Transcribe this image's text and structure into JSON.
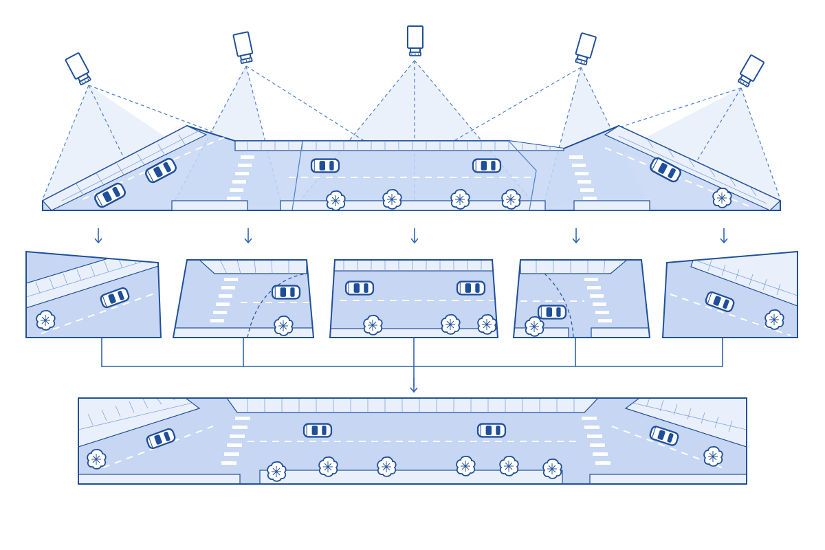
{
  "title": "",
  "colors": {
    "outline": "#1f4f9a",
    "road": "#c6d6f3",
    "road_dark": "#b3c8ee",
    "sidewalk": "#e9f0fb",
    "fov_fill": "#dbe6f8",
    "fov_line": "#4a7fcf",
    "background": "#ffffff"
  },
  "cameras": [
    {
      "id": "cam-1",
      "icon": "camera-icon"
    },
    {
      "id": "cam-2",
      "icon": "camera-icon"
    },
    {
      "id": "cam-3",
      "icon": "camera-icon"
    },
    {
      "id": "cam-4",
      "icon": "camera-icon"
    },
    {
      "id": "cam-5",
      "icon": "camera-icon"
    }
  ],
  "views": [
    {
      "id": "view-1",
      "icon": "camera-view"
    },
    {
      "id": "view-2",
      "icon": "camera-view"
    },
    {
      "id": "view-3",
      "icon": "camera-view"
    },
    {
      "id": "view-4",
      "icon": "camera-view"
    },
    {
      "id": "view-5",
      "icon": "camera-view"
    }
  ],
  "panorama": {
    "icon": "stitched-panorama"
  },
  "icons": {
    "car": "car-icon",
    "tree": "tree-icon",
    "arrow": "arrow-down-icon"
  }
}
